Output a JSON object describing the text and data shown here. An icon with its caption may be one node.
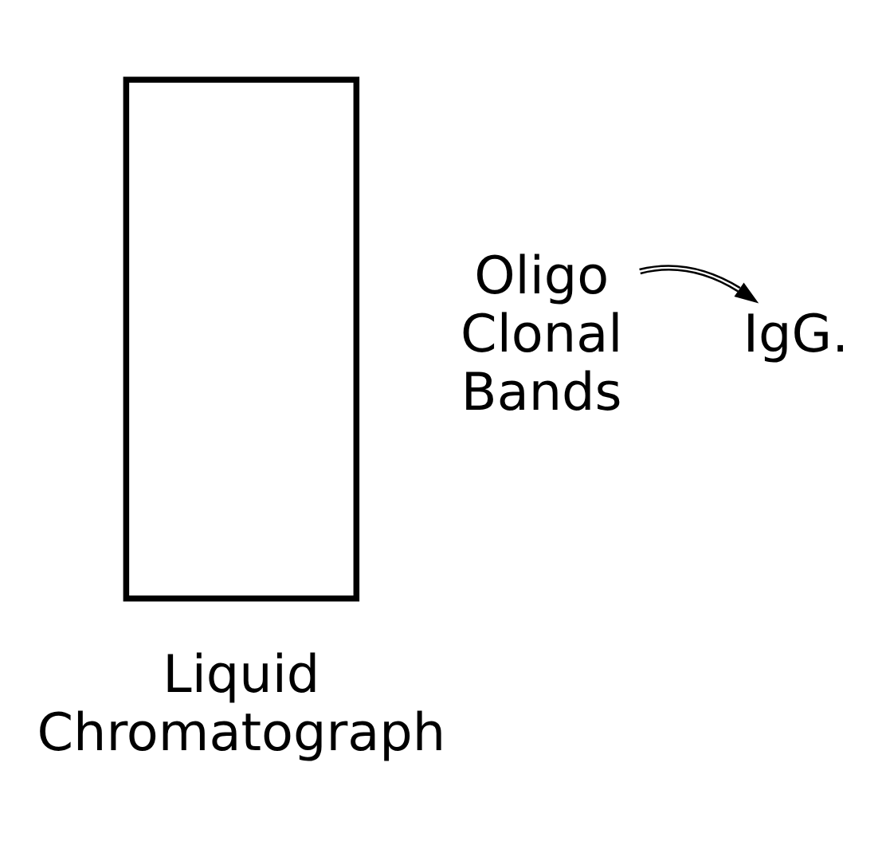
{
  "diagram": {
    "nodes": [
      {
        "text": [],
        "shape": "box",
        "beside": [
          "Liquid Chromatograph"
        ]
      },
      {
        "text": [
          "Oligo Clonal Bands"
        ]
      },
      {
        "text": [
          "IgG."
        ]
      }
    ],
    "edges": [
      {
        "from": 1,
        "to": 2,
        "arrow": "to"
      }
    ]
  }
}
